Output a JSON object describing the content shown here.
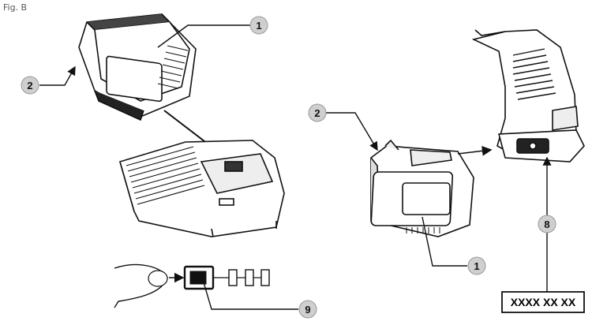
{
  "figure_label": "Fig. B",
  "callouts": {
    "c1_top": "1",
    "c2_left": "2",
    "c2_right": "2",
    "c1_bottom": "1",
    "c8": "8",
    "c9": "9"
  },
  "code_label": "XXXX XX XX",
  "colors": {
    "line": "#111111",
    "callout_fill": "#cfcfcf"
  }
}
